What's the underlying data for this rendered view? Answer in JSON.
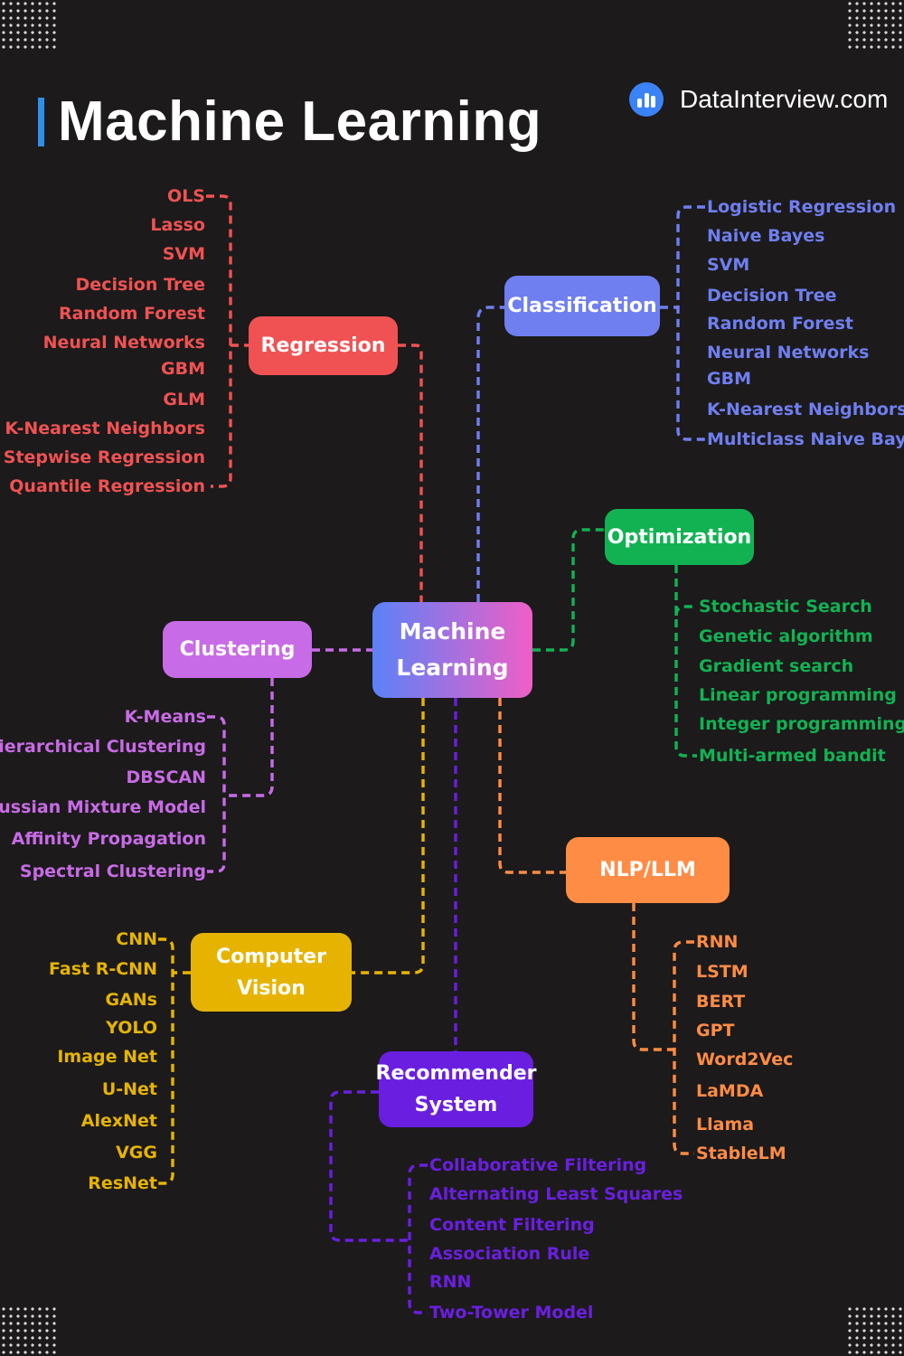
{
  "title": "Machine Learning",
  "brand": "DataInterview.com",
  "colors": {
    "background": "#1c1a1b",
    "regression": "#f05253",
    "classification": "#6f7ff0",
    "optimization": "#12b253",
    "clustering": "#c86be6",
    "nlp": "#ff8c45",
    "vision": "#e6b400",
    "recommender": "#6a1fe0",
    "title_accent": "#2f8fe6"
  },
  "center": {
    "label": "Machine\nLearning"
  },
  "branches": {
    "regression": {
      "label": "Regression",
      "items": [
        "OLS",
        "Lasso",
        "SVM",
        "Decision Tree",
        "Random Forest",
        "Neural Networks",
        "GBM",
        "GLM",
        "K-Nearest Neighbors",
        "Stepwise Regression",
        "Quantile Regression"
      ]
    },
    "classification": {
      "label": "Classification",
      "items": [
        "Logistic Regression",
        "Naive Bayes",
        "SVM",
        "Decision Tree",
        "Random Forest",
        "Neural Networks",
        "GBM",
        "K-Nearest Neighbors",
        "Multiclass Naive Bayes"
      ]
    },
    "optimization": {
      "label": "Optimization",
      "items": [
        "Stochastic Search",
        "Genetic algorithm",
        "Gradient search",
        "Linear programming",
        "Integer programming",
        "Multi-armed bandit"
      ]
    },
    "clustering": {
      "label": "Clustering",
      "items": [
        "K-Means",
        "Hierarchical Clustering",
        "DBSCAN",
        "Gaussian Mixture Model",
        "Affinity Propagation",
        "Spectral Clustering"
      ]
    },
    "nlp": {
      "label": "NLP/LLM",
      "items": [
        "RNN",
        "LSTM",
        "BERT",
        "GPT",
        "Word2Vec",
        "LaMDA",
        "Llama",
        "StableLM"
      ]
    },
    "vision": {
      "label": "Computer\nVision",
      "items": [
        "CNN",
        "Fast R-CNN",
        "GANs",
        "YOLO",
        "Image Net",
        "U-Net",
        "AlexNet",
        "VGG",
        "ResNet"
      ]
    },
    "recommender": {
      "label": "Recommender\nSystem",
      "items": [
        "Collaborative Filtering",
        "Alternating Least Squares",
        "Content Filtering",
        "Association Rule",
        "RNN",
        "Two-Tower Model"
      ]
    }
  }
}
